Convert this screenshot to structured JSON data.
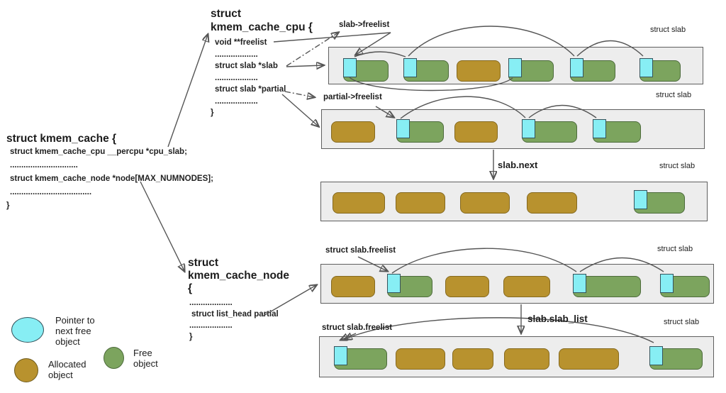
{
  "structs": {
    "kmem_cache": {
      "title": "struct kmem_cache {",
      "lines": [
        "struct kmem_cache_cpu __percpu *cpu_slab;",
        "..............................",
        "struct kmem_cache_node *node[MAX_NUMNODES];",
        "....................................",
        "}"
      ]
    },
    "kmem_cache_cpu": {
      "title_line1": "struct",
      "title_line2": "kmem_cache_cpu {",
      "lines": [
        "void **freelist",
        "...................",
        "struct slab *slab",
        "...................",
        "struct slab *partial",
        "...................",
        "}"
      ]
    },
    "kmem_cache_node": {
      "title_line1": "struct",
      "title_line2": "kmem_cache_node",
      "title_line3": "{",
      "lines": [
        "...................",
        "struct list_head partial",
        "...................",
        "}"
      ]
    }
  },
  "labels": {
    "slab_freelist": "slab->freelist",
    "partial_freelist": "partial->freelist",
    "slab_next": "slab.next",
    "slab4_freelist": "struct slab.freelist",
    "slab_slab_list": "slab.slab_list",
    "slab5_freelist": "struct slab.freelist"
  },
  "slabs": [
    {
      "label": "struct slab",
      "objects": [
        {
          "kind": "free",
          "pointer": true
        },
        {
          "kind": "free",
          "pointer": true
        },
        {
          "kind": "allocated",
          "pointer": false
        },
        {
          "kind": "free",
          "pointer": true
        },
        {
          "kind": "free",
          "pointer": true
        },
        {
          "kind": "free",
          "pointer": true
        }
      ]
    },
    {
      "label": "struct slab",
      "objects": [
        {
          "kind": "allocated",
          "pointer": false
        },
        {
          "kind": "free",
          "pointer": true
        },
        {
          "kind": "allocated",
          "pointer": false
        },
        {
          "kind": "free",
          "pointer": true
        },
        {
          "kind": "free",
          "pointer": true
        }
      ]
    },
    {
      "label": "struct slab",
      "objects": [
        {
          "kind": "allocated",
          "pointer": false
        },
        {
          "kind": "allocated",
          "pointer": false
        },
        {
          "kind": "allocated",
          "pointer": false
        },
        {
          "kind": "allocated",
          "pointer": false
        },
        {
          "kind": "free",
          "pointer": true
        }
      ]
    },
    {
      "label": "struct slab",
      "objects": [
        {
          "kind": "allocated",
          "pointer": false
        },
        {
          "kind": "free",
          "pointer": true
        },
        {
          "kind": "allocated",
          "pointer": false
        },
        {
          "kind": "allocated",
          "pointer": false
        },
        {
          "kind": "free",
          "pointer": true
        },
        {
          "kind": "free",
          "pointer": true
        }
      ]
    },
    {
      "label": "struct slab",
      "objects": [
        {
          "kind": "free",
          "pointer": true
        },
        {
          "kind": "allocated",
          "pointer": false
        },
        {
          "kind": "allocated",
          "pointer": false
        },
        {
          "kind": "allocated",
          "pointer": false
        },
        {
          "kind": "allocated",
          "pointer": false
        },
        {
          "kind": "free",
          "pointer": true
        }
      ]
    }
  ],
  "legend": [
    {
      "swatch": "pointer",
      "label": "Pointer to\nnext free\nobject"
    },
    {
      "swatch": "allocated",
      "label": "Allocated\nobject"
    },
    {
      "swatch": "free",
      "label": "Free\nobject"
    }
  ],
  "colors": {
    "pointer": "#87eef4",
    "allocated": "#b8922e",
    "free": "#7ca45e",
    "slab_bg": "#ededed",
    "arrow": "#555555"
  }
}
